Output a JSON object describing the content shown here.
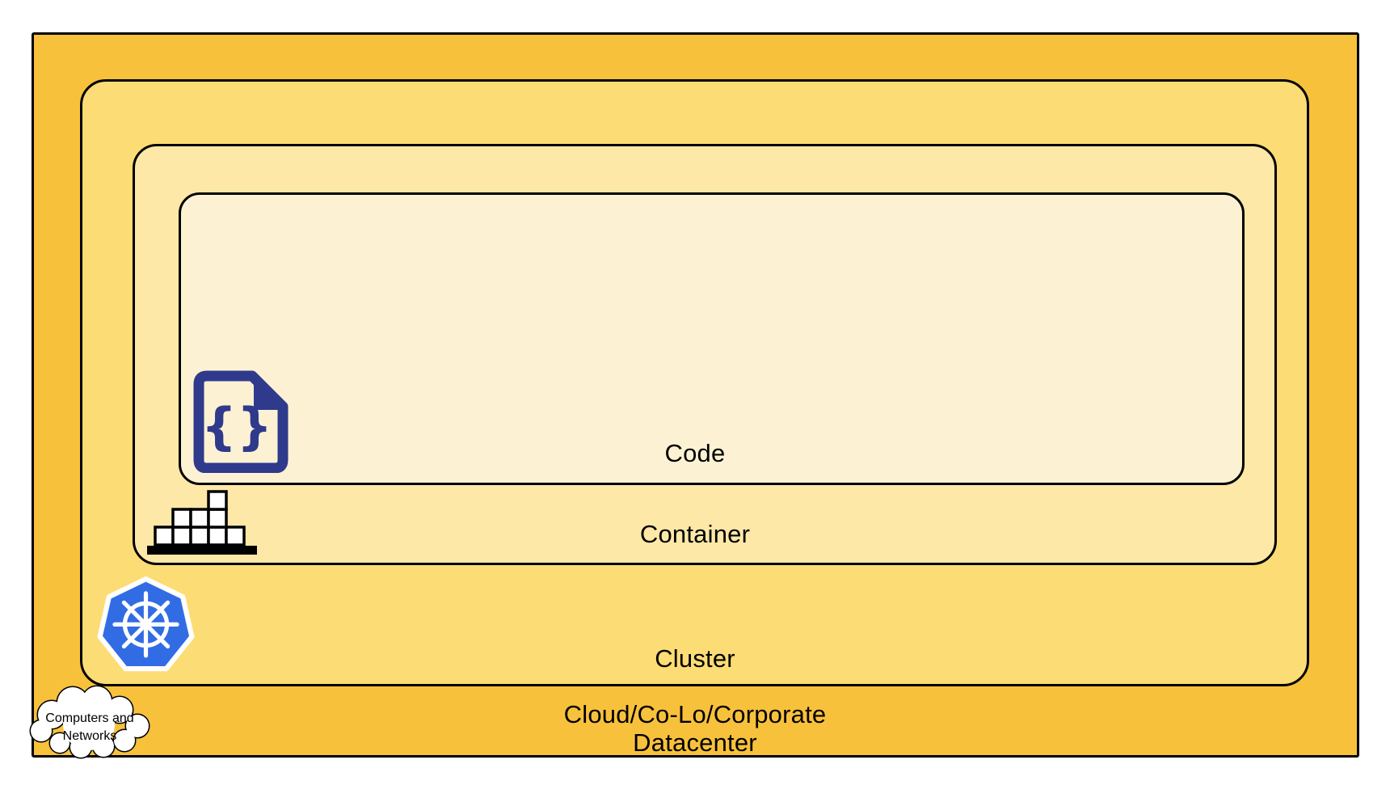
{
  "diagram": {
    "layers": {
      "code": {
        "label": "Code",
        "color": "#FCF2D3"
      },
      "container": {
        "label": "Container",
        "color": "#FDE8A7"
      },
      "cluster": {
        "label": "Cluster",
        "color": "#FCDC74"
      },
      "datacenter": {
        "label_line1": "Cloud/Co-Lo/Corporate",
        "label_line2": "Datacenter",
        "color": "#F8C13C"
      }
    },
    "cloud_callout": {
      "line1": "Computers and",
      "line2": "Networks",
      "fill": "#FFFFFF",
      "outline": "#000000"
    },
    "icons": {
      "code_file": {
        "name": "code-file-icon",
        "glyph": "{}",
        "color": "#2F3A8C"
      },
      "container_boxes": {
        "name": "container-boxes-icon",
        "box_fill": "#FFFFFF",
        "outline": "#000000"
      },
      "kubernetes": {
        "name": "kubernetes-icon",
        "color": "#326CE5",
        "wheel_color": "#FFFFFF"
      }
    },
    "border_color": "#000000",
    "text_color": "#000000"
  }
}
